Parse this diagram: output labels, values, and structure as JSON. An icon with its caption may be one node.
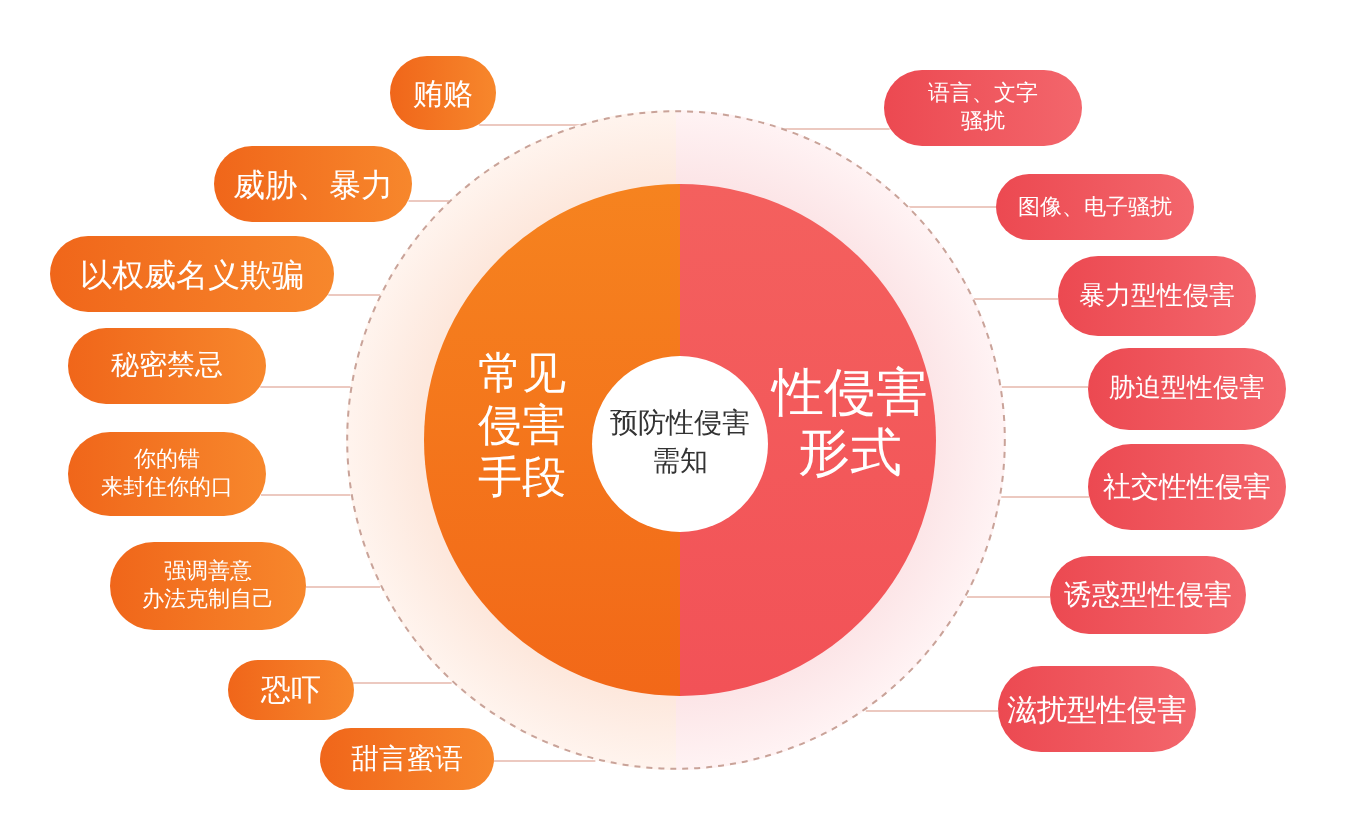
{
  "diagram": {
    "nodes": [
      {
        "text": [],
        "shape": "circle"
      },
      {
        "text": [
          "常见侵害手段"
        ],
        "in": 0
      },
      {
        "text": [
          "预防性侵害需知"
        ],
        "in": 0
      },
      {
        "text": [
          "性侵害形式"
        ],
        "in": 0
      },
      {
        "text": [
          "贿赂"
        ]
      },
      {
        "text": [
          "威胁、暴力"
        ]
      },
      {
        "text": [
          "以权威名义欺骗"
        ]
      },
      {
        "text": [
          "秘密禁忌"
        ]
      },
      {
        "text": [
          "你的错来封住你的口"
        ]
      },
      {
        "text": [
          "强调善意办法克制自己"
        ]
      },
      {
        "text": [
          "恐吓"
        ]
      },
      {
        "text": [
          "甜言蜜语"
        ]
      },
      {
        "text": [
          "语言、文字骚扰"
        ]
      },
      {
        "text": [
          "图像、电子骚扰"
        ]
      },
      {
        "text": [
          "暴力型性侵害"
        ]
      },
      {
        "text": [
          "胁迫型性侵害"
        ]
      },
      {
        "text": [
          "社交性性侵害"
        ]
      },
      {
        "text": [
          "诱惑型性侵害"
        ]
      },
      {
        "text": [
          "滋扰型性侵害"
        ]
      }
    ],
    "edges": [
      {
        "from": 4,
        "to": 0,
        "arrow": "none"
      },
      {
        "from": 5,
        "to": 0,
        "arrow": "none"
      },
      {
        "from": 6,
        "to": 0,
        "arrow": "none"
      },
      {
        "from": 7,
        "to": 0,
        "arrow": "none"
      },
      {
        "from": 8,
        "to": 0,
        "arrow": "none"
      },
      {
        "from": 9,
        "to": 0,
        "arrow": "none"
      },
      {
        "from": 10,
        "to": 0,
        "arrow": "none"
      },
      {
        "from": 11,
        "to": 0,
        "arrow": "none"
      },
      {
        "from": 12,
        "to": 0,
        "arrow": "none"
      },
      {
        "from": 13,
        "to": 0,
        "arrow": "none"
      },
      {
        "from": 14,
        "to": 0,
        "arrow": "none"
      },
      {
        "from": 15,
        "to": 0,
        "arrow": "none"
      },
      {
        "from": 16,
        "to": 0,
        "arrow": "none"
      },
      {
        "from": 17,
        "to": 0,
        "arrow": "none"
      },
      {
        "from": 18,
        "to": 0,
        "arrow": "none"
      }
    ]
  }
}
